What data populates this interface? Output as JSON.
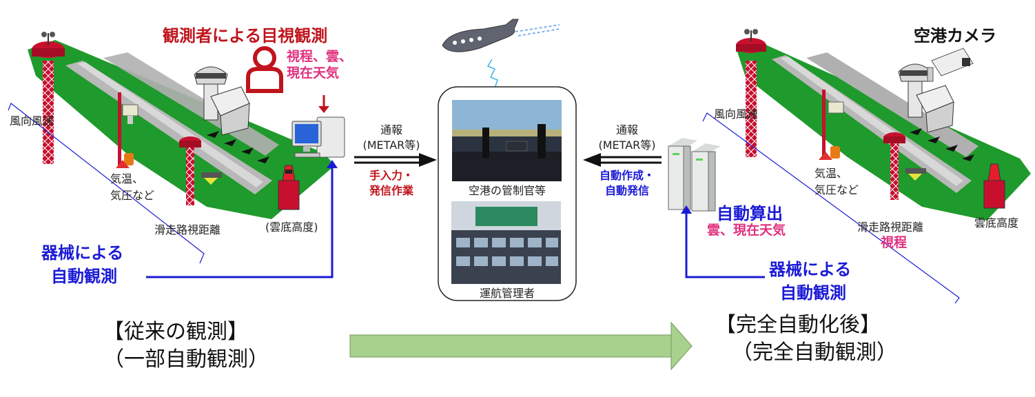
{
  "left": {
    "title": "観測者による目視観測",
    "visual_items": [
      "視程、雲、",
      "現在天気"
    ],
    "wind": "風向風速",
    "temp": [
      "気温、",
      "気圧など"
    ],
    "rvr": "滑走路視距離",
    "cloud_base": "(雲底高度)",
    "instrument": [
      "器械による",
      "自動観測"
    ],
    "caption": [
      "【従来の観測】",
      "（一部自動観測）"
    ]
  },
  "center": {
    "report_left": [
      "通報",
      "(METAR等)"
    ],
    "manual": [
      "手入力・",
      "発信作業"
    ],
    "report_right": [
      "通報",
      "(METAR等)"
    ],
    "auto_send": [
      "自動作成・",
      "自動発信"
    ],
    "tower_label": "空港の管制官等",
    "ops_label": "運航管理者"
  },
  "right": {
    "camera": "空港カメラ",
    "wind": "風向風速",
    "temp": [
      "気温、",
      "気圧など"
    ],
    "rvr": "滑走路視距離",
    "rvr_sub": "視程",
    "cloud_base": "雲底高度",
    "auto_calc": "自動算出",
    "auto_calc_sub": "雲、現在天気",
    "instrument": [
      "器械による",
      "自動観測"
    ],
    "caption": [
      "【完全自動化後】",
      "（完全自動観測）"
    ]
  },
  "colors": {
    "grass": "#1f9a2c",
    "runway": "#b8b8b8",
    "instrument_red": "#c8102e",
    "label_red": "#c0141c",
    "label_blue": "#1a1ad6",
    "label_pink": "#e0307e",
    "big_arrow": "#a9d18e"
  }
}
